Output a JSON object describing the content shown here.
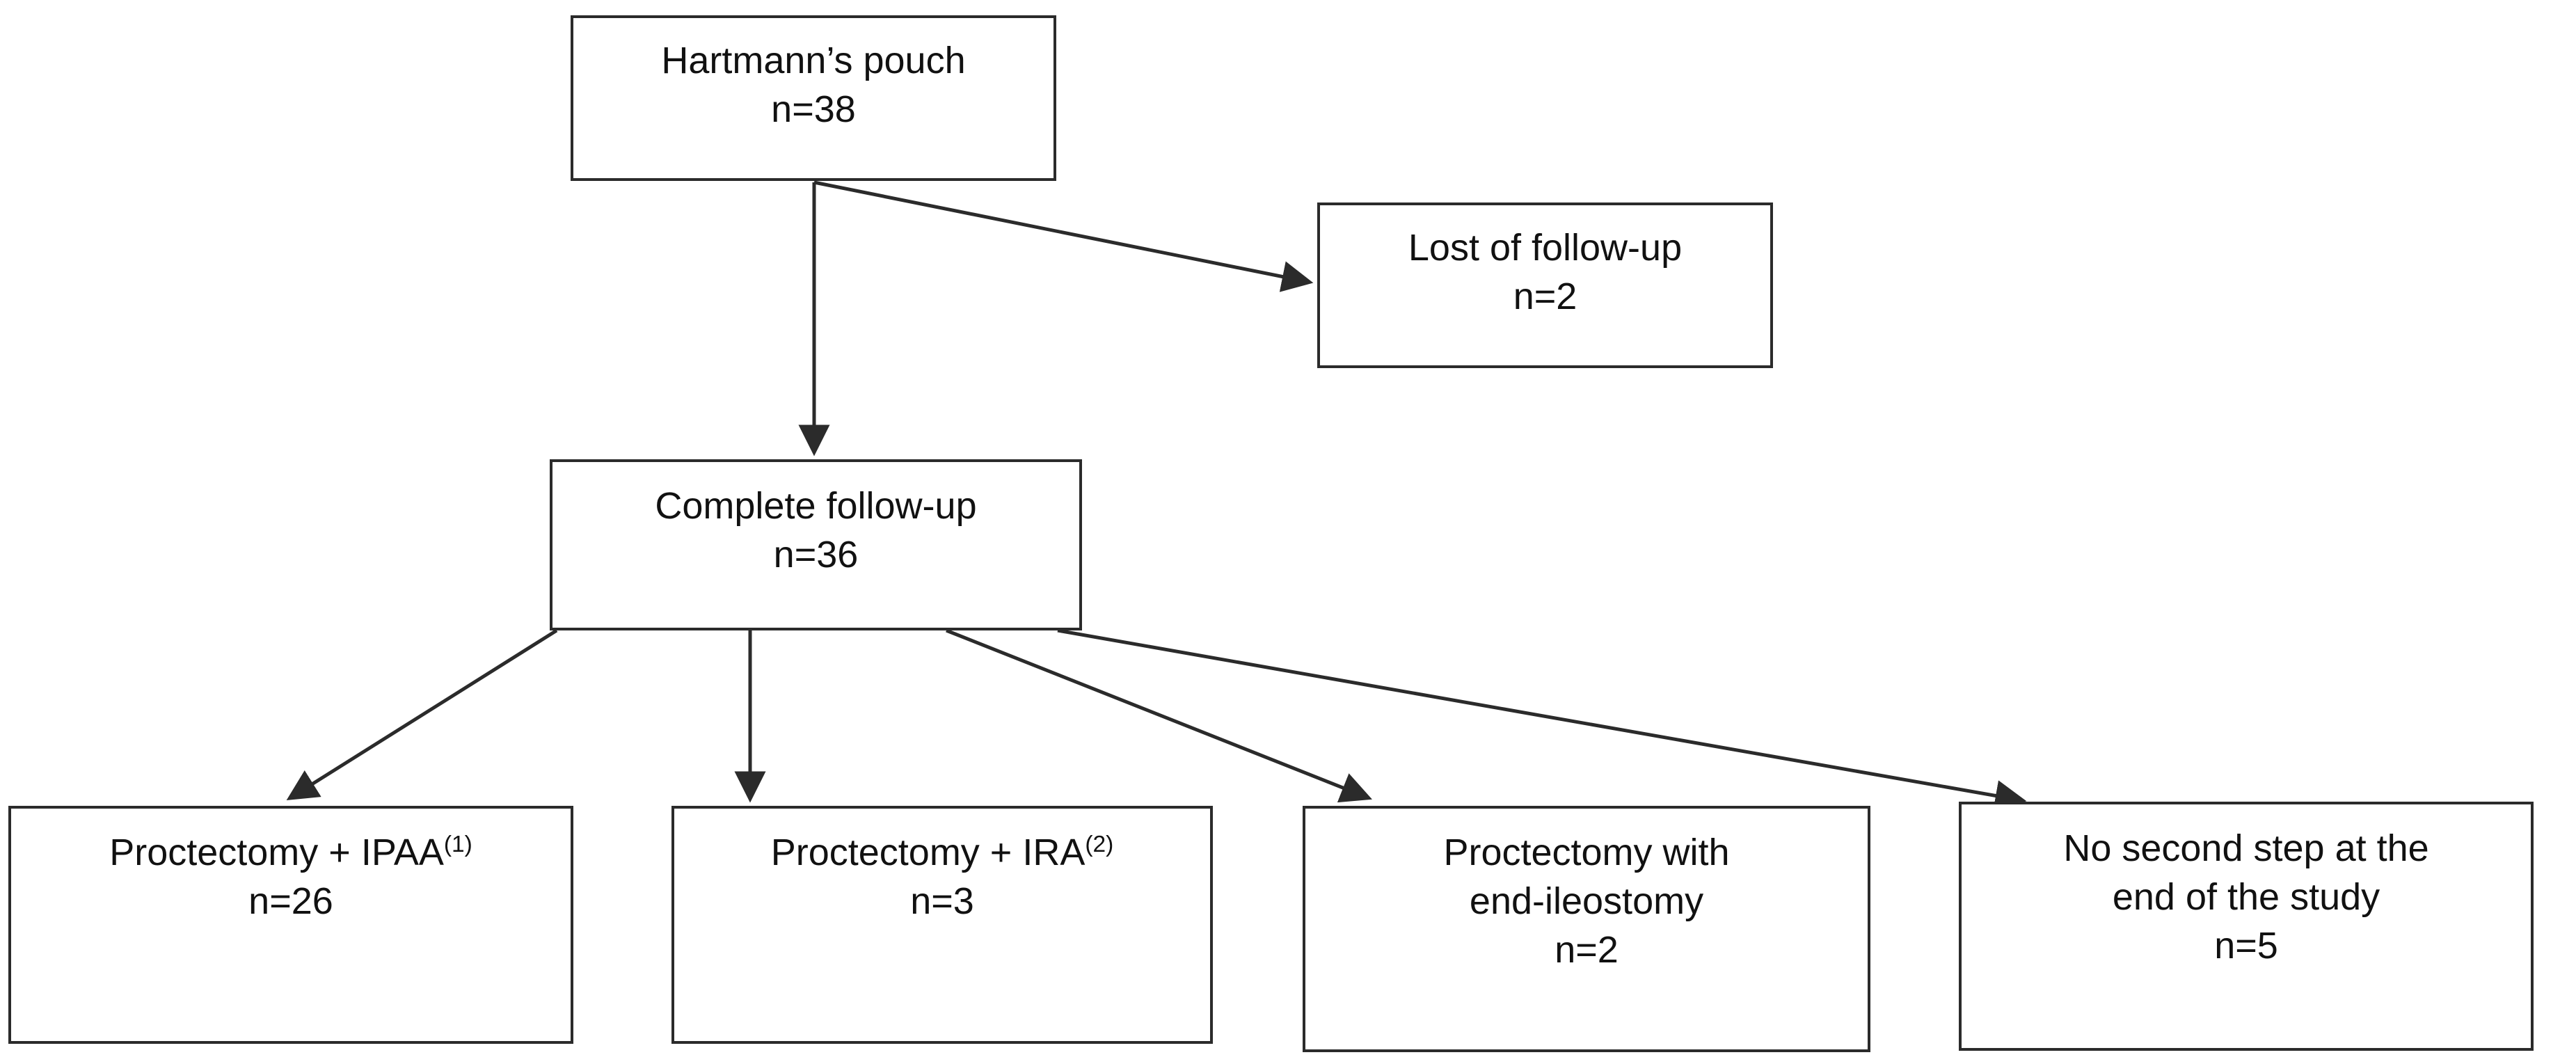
{
  "diagram": {
    "type": "flowchart",
    "title": "",
    "nodes": [
      {
        "id": "hartmann",
        "name": "hartmann-pouch-node",
        "lines": [
          "Hartmann’s pouch",
          "n=38"
        ],
        "label": "Hartmann’s pouch",
        "count_label": "n=38",
        "n": 38
      },
      {
        "id": "lost",
        "name": "lost-follow-up-node",
        "lines": [
          "Lost of follow-up",
          "n=2"
        ],
        "label": "Lost of follow-up",
        "count_label": "n=2",
        "n": 2
      },
      {
        "id": "complete",
        "name": "complete-follow-up-node",
        "lines": [
          "Complete follow-up",
          "n=36"
        ],
        "label": "Complete follow-up",
        "count_label": "n=36",
        "n": 36
      },
      {
        "id": "ipaa",
        "name": "proctectomy-ipaa-node",
        "lines": [
          "Proctectomy + IPAA",
          "n=26"
        ],
        "label": "Proctectomy + IPAA",
        "superscript": "(1)",
        "count_label": "n=26",
        "n": 26
      },
      {
        "id": "ira",
        "name": "proctectomy-ira-node",
        "lines": [
          "Proctectomy + IRA",
          "n=3"
        ],
        "label": "Proctectomy + IRA",
        "superscript": "(2)",
        "count_label": "n=3",
        "n": 3
      },
      {
        "id": "ileostomy",
        "name": "proctectomy-end-ileostomy-node",
        "lines": [
          "Proctectomy with",
          "end-ileostomy",
          "n=2"
        ],
        "label_line1": "Proctectomy with",
        "label_line2": "end-ileostomy",
        "count_label": "n=2",
        "n": 2
      },
      {
        "id": "nosecond",
        "name": "no-second-step-node",
        "lines": [
          "No second step at the",
          "end of the study",
          "n=5"
        ],
        "label_line1": "No second step at the",
        "label_line2": "end of the study",
        "count_label": "n=5",
        "n": 5
      }
    ],
    "edges": [
      {
        "from": "hartmann",
        "to": "lost",
        "style": "diagonal-arrow"
      },
      {
        "from": "hartmann",
        "to": "complete",
        "style": "vertical-arrow"
      },
      {
        "from": "complete",
        "to": "ipaa",
        "style": "diagonal-arrow"
      },
      {
        "from": "complete",
        "to": "ira",
        "style": "vertical-arrow"
      },
      {
        "from": "complete",
        "to": "ileostomy",
        "style": "diagonal-arrow"
      },
      {
        "from": "complete",
        "to": "nosecond",
        "style": "diagonal-arrow"
      }
    ],
    "colors": {
      "border": "#2b2b2b",
      "line": "#2b2b2b",
      "text": "#111111",
      "background": "#ffffff"
    }
  }
}
